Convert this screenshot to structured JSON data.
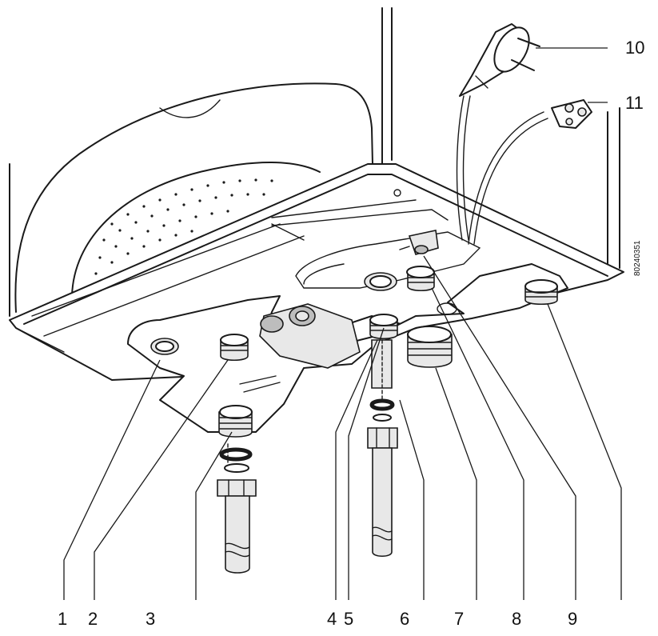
{
  "callouts": [
    "1",
    "2",
    "3",
    "4",
    "5",
    "6",
    "7",
    "8",
    "9",
    "10",
    "11"
  ],
  "drawing_code": "80240351"
}
